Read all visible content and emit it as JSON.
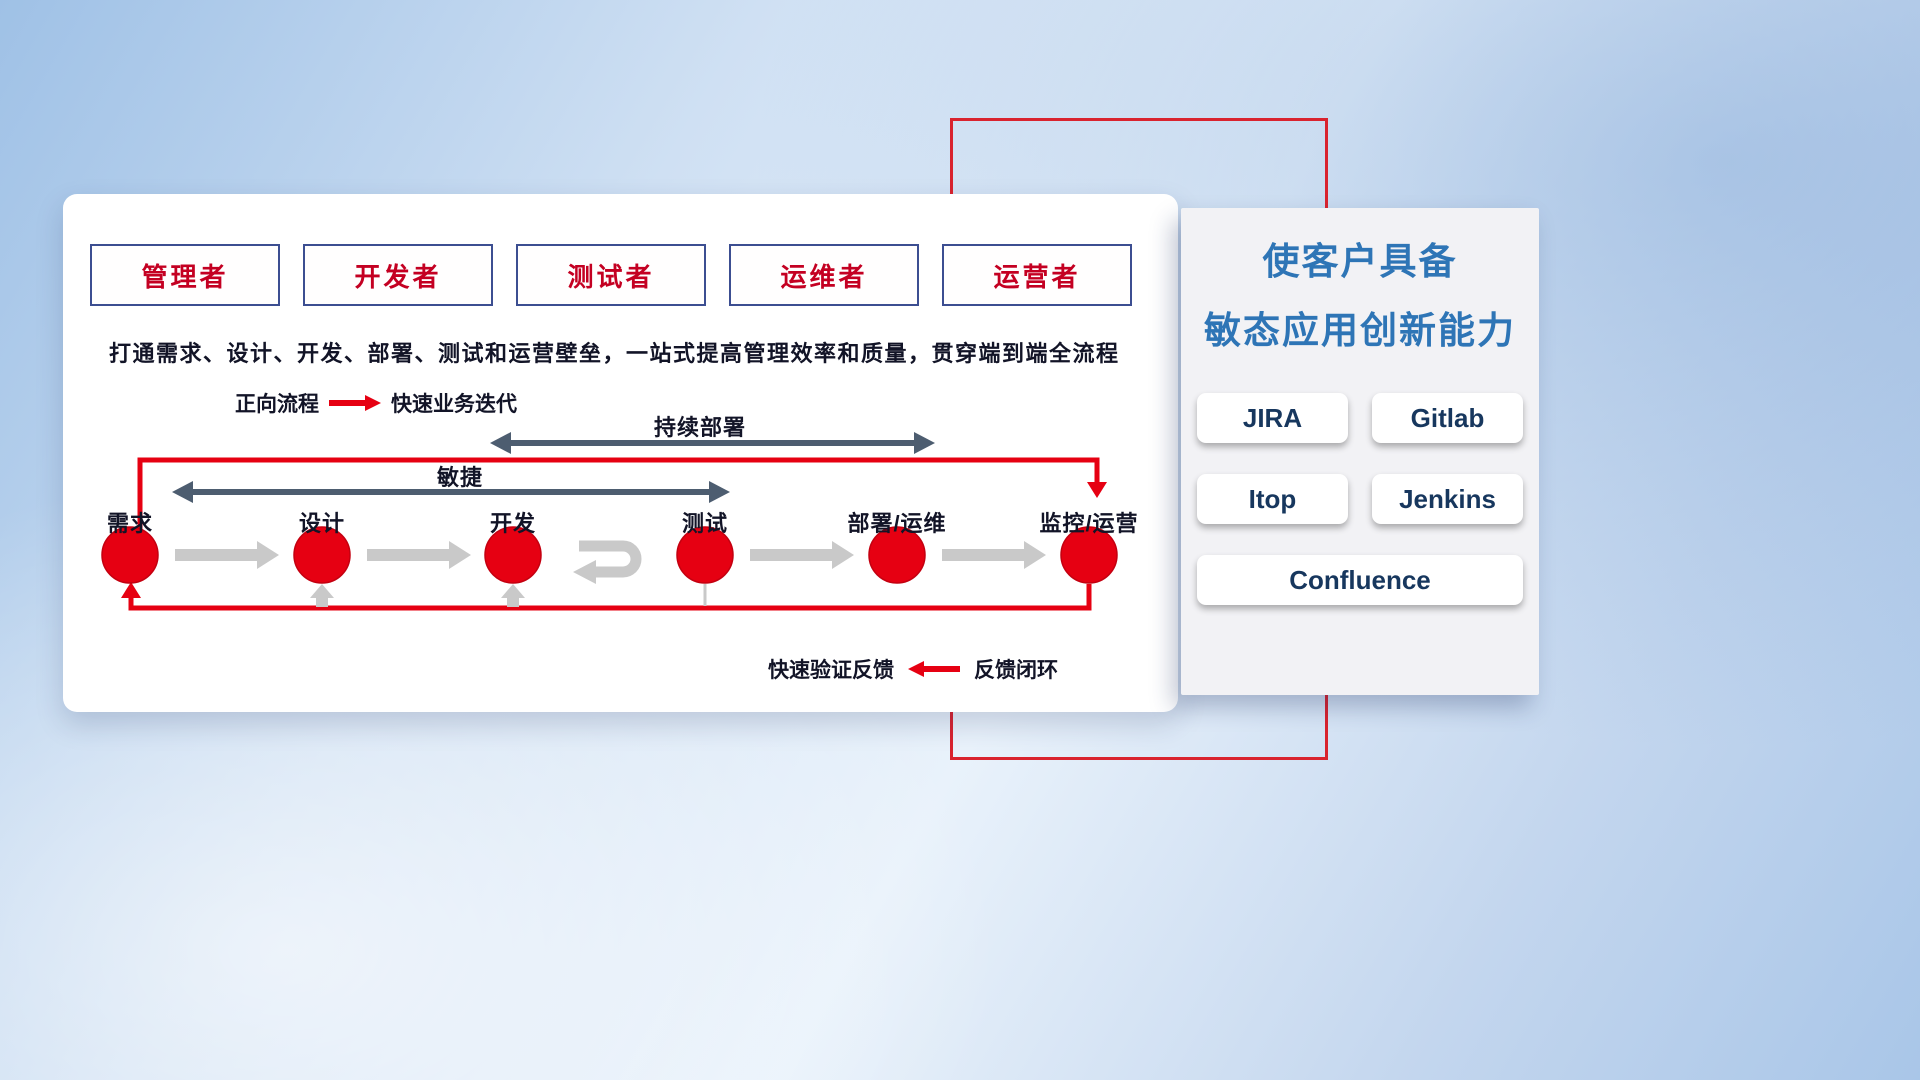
{
  "main_panel": {
    "roles": [
      "管理者",
      "开发者",
      "测试者",
      "运维者",
      "运营者"
    ],
    "description": "打通需求、设计、开发、部署、测试和运营壁垒，一站式提高管理效率和质量，贯穿端到端全流程",
    "forward_legend": {
      "label": "正向流程",
      "text": "快速业务迭代"
    },
    "feedback_legend": {
      "label": "快速验证反馈",
      "text": "反馈闭环"
    },
    "flow": {
      "cd_label": "持续部署",
      "agile_label": "敏捷",
      "stages": [
        "需求",
        "设计",
        "开发",
        "测试",
        "部署/运维",
        "监控/运营"
      ]
    }
  },
  "right_panel": {
    "title_line1": "使客户具备",
    "title_line2": "敏态应用创新能力",
    "tools": [
      "JIRA",
      "Gitlab",
      "Itop",
      "Jenkins",
      "Confluence"
    ]
  },
  "colors": {
    "accent_red": "#e60012",
    "frame_red": "#d9232e",
    "role_border_navy": "#3c4e91",
    "role_text_red": "#c40022",
    "dark_arrow": "#4d5d70",
    "gray_arrow": "#c9c9c9",
    "title_blue": "#2e75b6",
    "tool_text_navy": "#17375e"
  }
}
